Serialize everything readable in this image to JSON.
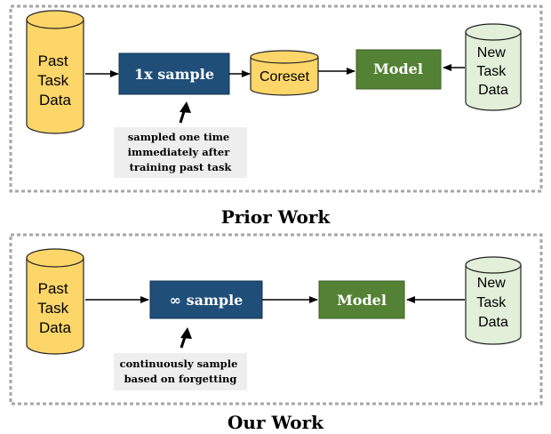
{
  "colors": {
    "cylinder_yellow": "#fcd669",
    "cylinder_green": "#e2efd9",
    "sample_box": "#1f4e79",
    "model_box": "#548235",
    "note_bg": "#eeeeee",
    "frame": "#a6a6a6",
    "arrow": "#000000"
  },
  "prior": {
    "title": "Prior Work",
    "past_data": [
      "Past",
      "Task",
      "Data"
    ],
    "sample_label": "1x sample",
    "coreset_label": "Coreset",
    "model_label": "Model",
    "new_data": [
      "New",
      "Task",
      "Data"
    ],
    "note": [
      "sampled one time",
      "immediately after",
      "training past task"
    ]
  },
  "ours": {
    "title": "Our Work",
    "past_data": [
      "Past",
      "Task",
      "Data"
    ],
    "sample_label": "∞ sample",
    "model_label": "Model",
    "new_data": [
      "New",
      "Task",
      "Data"
    ],
    "note": [
      "continuously sample",
      "based on forgetting"
    ]
  }
}
